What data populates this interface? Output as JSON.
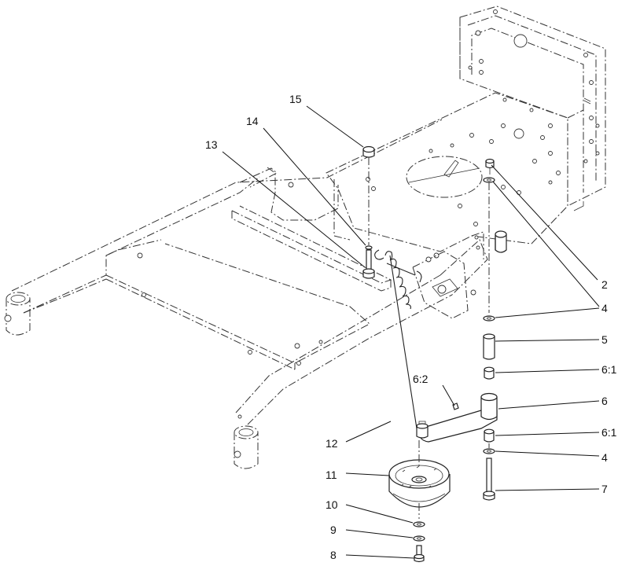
{
  "callouts": [
    {
      "id": "15",
      "text": "15"
    },
    {
      "id": "14",
      "text": "14"
    },
    {
      "id": "13",
      "text": "13"
    },
    {
      "id": "2",
      "text": "2"
    },
    {
      "id": "4a",
      "text": "4"
    },
    {
      "id": "5",
      "text": "5"
    },
    {
      "id": "6-2",
      "text": "6:2"
    },
    {
      "id": "6-1a",
      "text": "6:1"
    },
    {
      "id": "6",
      "text": "6"
    },
    {
      "id": "6-1b",
      "text": "6:1"
    },
    {
      "id": "4b",
      "text": "4"
    },
    {
      "id": "7",
      "text": "7"
    },
    {
      "id": "12",
      "text": "12"
    },
    {
      "id": "11",
      "text": "11"
    },
    {
      "id": "10",
      "text": "10"
    },
    {
      "id": "9",
      "text": "9"
    },
    {
      "id": "8",
      "text": "8"
    }
  ]
}
